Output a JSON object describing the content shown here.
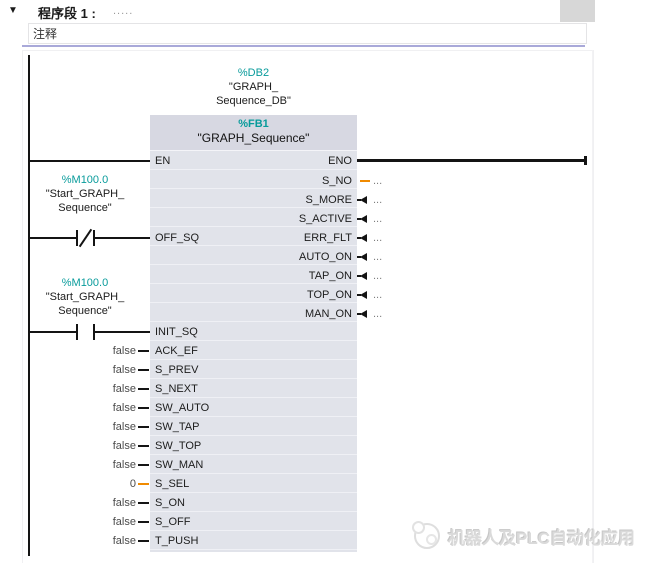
{
  "header": {
    "collapse_icon": "▼",
    "title": "程序段 1 :",
    "title_dots": ".....",
    "comment": "注释"
  },
  "db_call": {
    "address": "%DB2",
    "name_line1": "\"GRAPH_",
    "name_line2": "Sequence_DB\""
  },
  "fb": {
    "address": "%FB1",
    "name": "\"GRAPH_Sequence\"",
    "en": "EN",
    "eno": "ENO"
  },
  "contacts": [
    {
      "address": "%M100.0",
      "name_line1": "\"Start_GRAPH_",
      "name_line2": "Sequence\"",
      "type": "normally-closed",
      "pin": "OFF_SQ"
    },
    {
      "address": "%M100.0",
      "name_line1": "\"Start_GRAPH_",
      "name_line2": "Sequence\"",
      "type": "normally-open",
      "pin": "INIT_SQ"
    }
  ],
  "inputs": [
    {
      "label": "ACK_EF",
      "value": "false"
    },
    {
      "label": "S_PREV",
      "value": "false"
    },
    {
      "label": "S_NEXT",
      "value": "false"
    },
    {
      "label": "SW_AUTO",
      "value": "false"
    },
    {
      "label": "SW_TAP",
      "value": "false"
    },
    {
      "label": "SW_TOP",
      "value": "false"
    },
    {
      "label": "SW_MAN",
      "value": "false"
    },
    {
      "label": "S_SEL",
      "value": "0"
    },
    {
      "label": "S_ON",
      "value": "false"
    },
    {
      "label": "S_OFF",
      "value": "false"
    },
    {
      "label": "T_PUSH",
      "value": "false"
    }
  ],
  "outputs": [
    {
      "label": "S_NO",
      "value": "..."
    },
    {
      "label": "S_MORE",
      "value": "..."
    },
    {
      "label": "S_ACTIVE",
      "value": "..."
    },
    {
      "label": "ERR_FLT",
      "value": "..."
    },
    {
      "label": "AUTO_ON",
      "value": "..."
    },
    {
      "label": "TAP_ON",
      "value": "..."
    },
    {
      "label": "TOP_ON",
      "value": "..."
    },
    {
      "label": "MAN_ON",
      "value": "..."
    }
  ],
  "watermark": {
    "text": "机器人及PLC自动化应用"
  },
  "colors": {
    "teal": "#089b9b",
    "orange": "#f08a00",
    "block_body": "#e1e3ea",
    "block_header": "#d7d8e2",
    "separator_blue": "#a9a9d9"
  }
}
